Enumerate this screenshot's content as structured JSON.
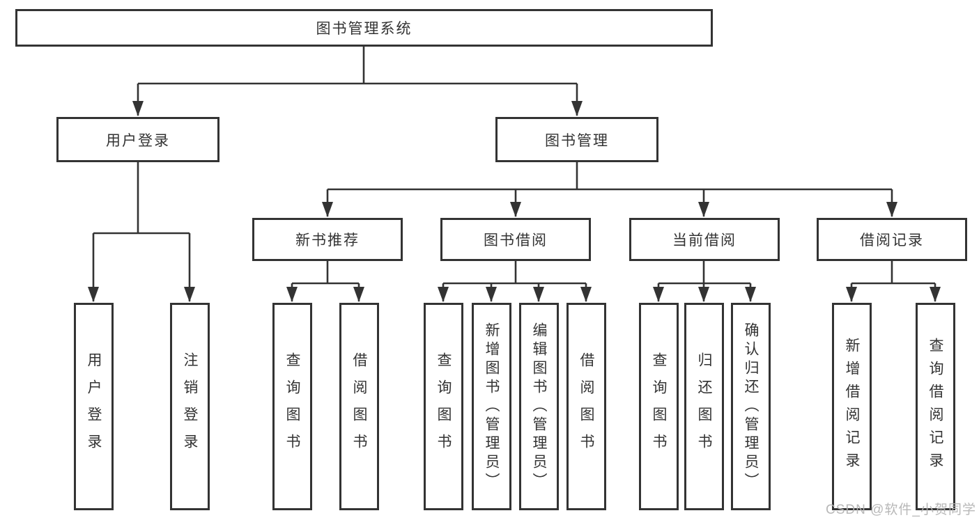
{
  "diagram": {
    "root": {
      "label": "图书管理系统"
    },
    "level2": [
      {
        "id": "user-login",
        "label": "用户登录"
      },
      {
        "id": "book-management",
        "label": "图书管理"
      }
    ],
    "level3": [
      {
        "id": "new-book-recommend",
        "label": "新书推荐"
      },
      {
        "id": "book-borrow",
        "label": "图书借阅"
      },
      {
        "id": "current-borrow",
        "label": "当前借阅"
      },
      {
        "id": "borrow-records",
        "label": "借阅记录"
      }
    ],
    "leaves": [
      {
        "id": "user-login",
        "parent": "用户登录",
        "label": "用户登录"
      },
      {
        "id": "logout",
        "parent": "用户登录",
        "label": "注销登录"
      },
      {
        "id": "query-books-1",
        "parent": "新书推荐",
        "label": "查询图书"
      },
      {
        "id": "borrow-books-1",
        "parent": "新书推荐",
        "label": "借阅图书"
      },
      {
        "id": "query-books-2",
        "parent": "图书借阅",
        "label": "查询图书"
      },
      {
        "id": "add-book-admin",
        "parent": "图书借阅",
        "label": "新增图书（管理员）"
      },
      {
        "id": "edit-book-admin",
        "parent": "图书借阅",
        "label": "编辑图书（管理员）"
      },
      {
        "id": "borrow-books-2",
        "parent": "图书借阅",
        "label": "借阅图书"
      },
      {
        "id": "query-books-3",
        "parent": "当前借阅",
        "label": "查询图书"
      },
      {
        "id": "return-book",
        "parent": "当前借阅",
        "label": "归还图书"
      },
      {
        "id": "confirm-return-admin",
        "parent": "当前借阅",
        "label": "确认归还（管理员）"
      },
      {
        "id": "add-borrow-record",
        "parent": "借阅记录",
        "label": "新增借阅记录"
      },
      {
        "id": "query-borrow-record",
        "parent": "借阅记录",
        "label": "查询借阅记录"
      }
    ],
    "watermark": "CSDN @软件_小贺同学",
    "colors": {
      "line": "#333333",
      "text": "#333333",
      "background": "#ffffff",
      "watermark": "#b4b4b4"
    }
  }
}
